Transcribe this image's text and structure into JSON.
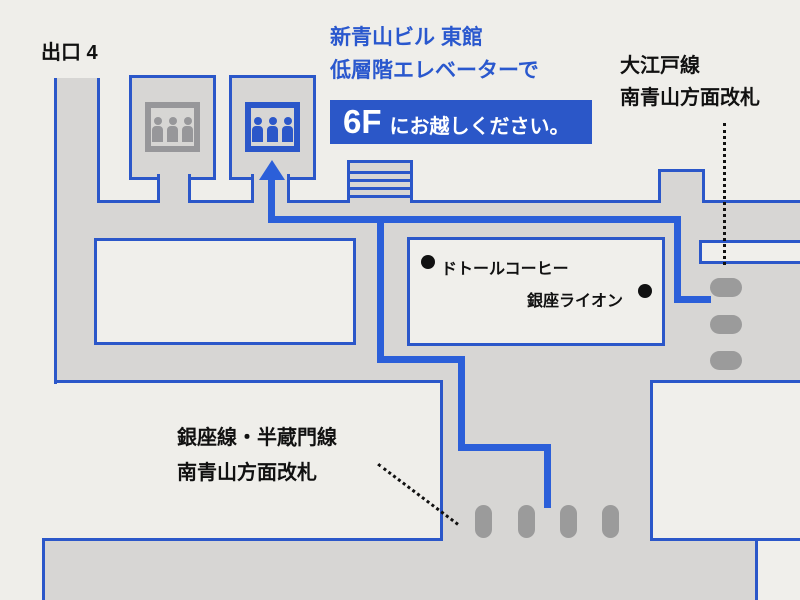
{
  "labels": {
    "exit": "出口 4",
    "destination_line1": "新青山ビル 東館",
    "destination_line2": "低層階エレベーターで",
    "banner_floor": "6F",
    "banner_message": "にお越しください。",
    "oedo_gate_line1": "大江戸線",
    "oedo_gate_line2": "南青山方面改札",
    "shop_doutor": "ドトールコーヒー",
    "shop_ginza_lion": "銀座ライオン",
    "ginza_gate_line1": "銀座線・半蔵門線",
    "ginza_gate_line2": "南青山方面改札"
  },
  "colors": {
    "background": "#efeeea",
    "concourse_gray": "#d7d6d4",
    "room_light": "#f0efeb",
    "boundary_blue": "#2b57c9",
    "route_blue": "#2b5fd9",
    "banner_blue": "#2b57c8",
    "heading_text_blue": "#2a58ce",
    "gate_pill_gray": "#9b9b9b",
    "elevator_icon_gray": "#97979a",
    "text_black": "#111111"
  },
  "icons": {
    "elevator_gray": "elevator-icon",
    "elevator_blue": "elevator-icon",
    "stairs": "stairs-icon",
    "route_arrow": "up-arrow-icon",
    "ginza_gates": "ticket-gate-pills",
    "oedo_gates": "ticket-gate-pills"
  }
}
